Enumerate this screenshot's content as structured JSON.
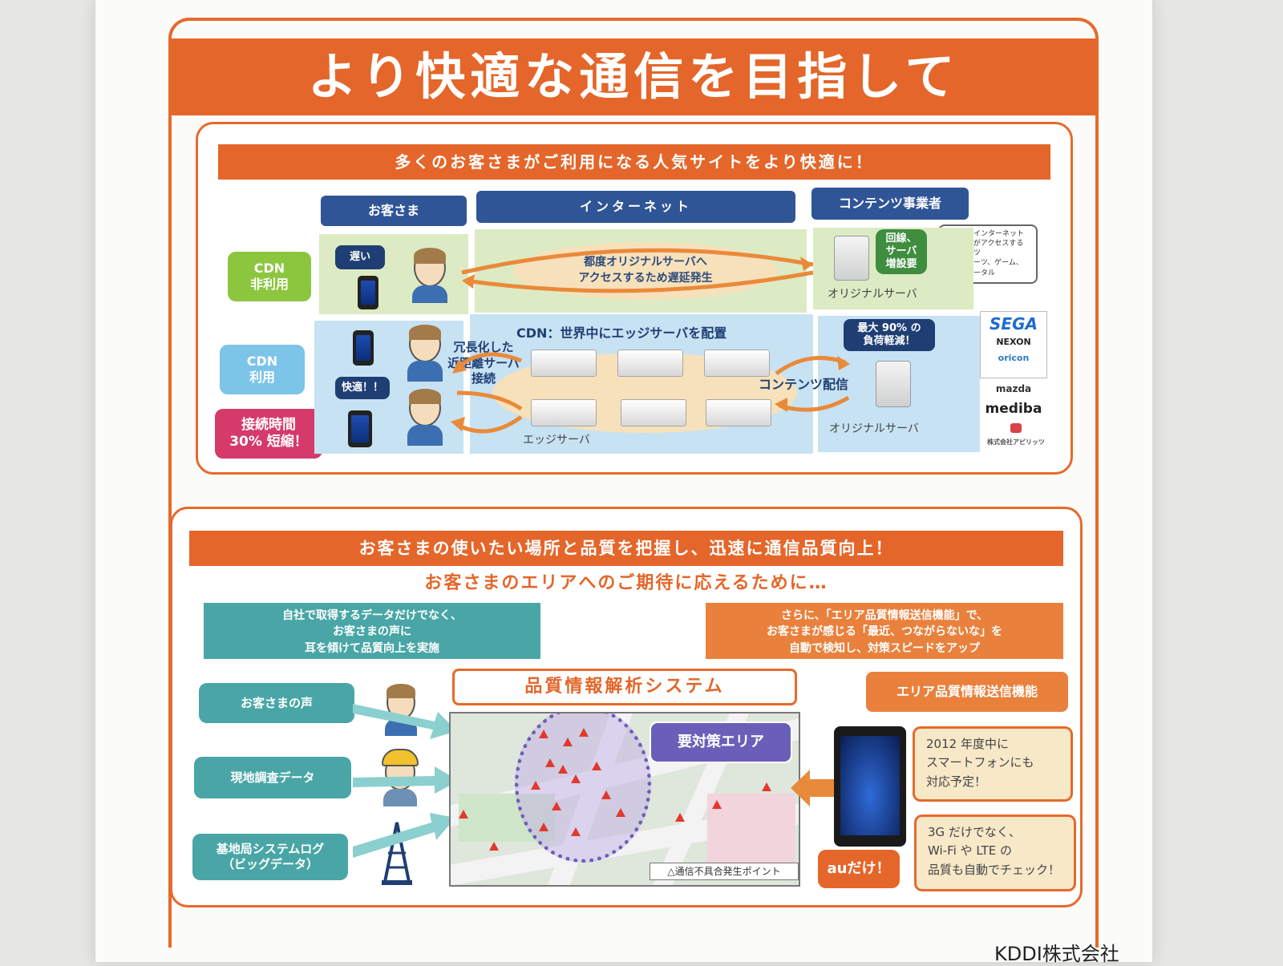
{
  "title": "より快適な通信を目指して",
  "section1": {
    "heading": "多くのお客さまがご利用になる人気サイトをより快適に！",
    "col_customer": "お客さま",
    "col_internet": "インターネット",
    "col_provider": "コンテンツ事業者",
    "note_provider": "世界中のインターネット\nユーザーがアクセスする\nコンテンツ\n例）スポーツ、ゲーム、\n音楽、ポータル",
    "row_no_cdn": "CDN\n非利用",
    "row_cdn": "CDN\n利用",
    "slow_label": "遅い",
    "no_cdn_cloud": "都度オリジナルサーバへ\nアクセスするため遅延発生",
    "server_upgrade": "回線、\nサーバ\n増設要",
    "origin_server_label": "オリジナルサーバ",
    "cdn_heading": "CDN：世界中にエッジサーバを配置",
    "redundant_label": "冗長化した\n近距離サーバ\n接続",
    "fast_label": "快適！！",
    "time_reduction": "接続時間\n30% 短縮！",
    "edge_server_label": "エッジサーバ",
    "content_delivery": "コンテンツ配信",
    "load_reduction": "最大 90% の\n負荷軽減！",
    "origin_server_label2": "オリジナルサーバ",
    "logos": [
      "SEGA",
      "NEXON",
      "oricon",
      "mazda",
      "mediba",
      "株式会社アピリッツ"
    ]
  },
  "section2": {
    "heading": "お客さまの使いたい場所と品質を把握し、迅速に通信品質向上！",
    "subheading": "お客さまのエリアへのご期待に応えるために…",
    "left_box": "自社で取得するデータだけでなく、\nお客さまの声に\n耳を傾けて品質向上を実施",
    "right_box": "さらに、「エリア品質情報送信機能」で、\nお客さまが感じる「最近、つながらないな」を\n自動で検知し、対策スピードをアップ",
    "system_title": "品質情報解析システム",
    "input_voice": "お客さまの声",
    "input_survey": "現地調査データ",
    "input_log": "基地局システムログ\n（ビッグデータ）",
    "target_area": "要対策エリア",
    "legend": "△通信不具合発生ポイント",
    "feature_title": "エリア品質情報送信機能",
    "info1": "2012 年度中に\nスマートフォンにも\n対応予定！",
    "info2": "3G だけでなく、\nWi-Fi や LTE の\n品質も自動でチェック！",
    "au_only": "auだけ！"
  },
  "company": "KDDI株式会社",
  "colors": {
    "orange": "#e4662a",
    "navy": "#2f5597",
    "teal": "#4aa6a6",
    "green": "#8cc63f",
    "pink": "#d63a6a",
    "purple": "#6a5fb8"
  }
}
